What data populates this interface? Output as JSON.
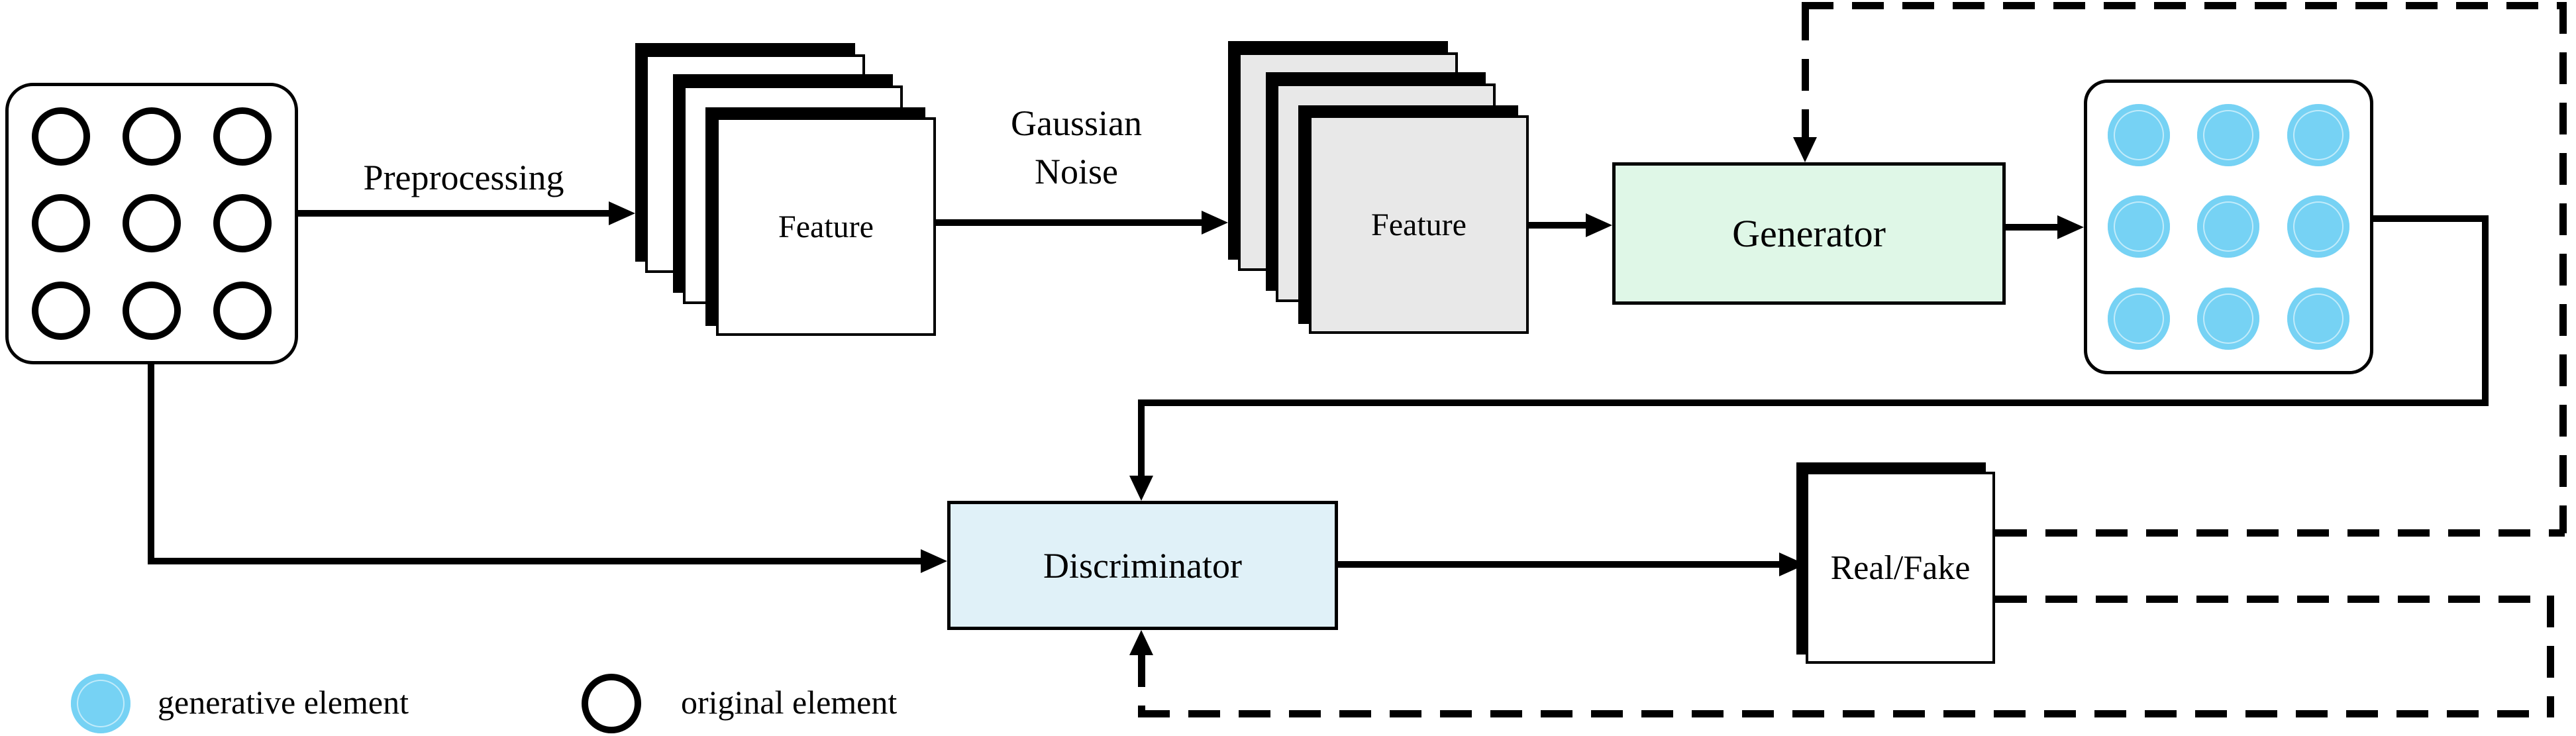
{
  "diagram": {
    "labels": {
      "preprocessing": "Preprocessing",
      "gaussian_noise": {
        "line1": "Gaussian",
        "line2": "Noise"
      },
      "feature_stack_1": "Feature",
      "feature_stack_2": "Feature",
      "generator": "Generator",
      "discriminator": "Discriminator",
      "real_fake": "Real/Fake"
    },
    "grids": {
      "original_elements": {
        "rows": 3,
        "cols": 3,
        "element": "outlined circle"
      },
      "generated_elements": {
        "rows": 3,
        "cols": 3,
        "element": "filled blue circle"
      }
    },
    "legend": {
      "items": [
        {
          "label": "generative element",
          "swatch": "filled-blue-circle",
          "color": "#76D2F4"
        },
        {
          "label": "original element",
          "swatch": "outlined-black-circle",
          "color": "#000000"
        }
      ]
    },
    "colors": {
      "generator_fill": "#DFF7E7",
      "discriminator_fill": "#E0F1F8",
      "feature_page_gray": "#E8E8E8",
      "generative_blue": "#76D2F4",
      "line_black": "#000000",
      "background": "#FFFFFF"
    }
  }
}
